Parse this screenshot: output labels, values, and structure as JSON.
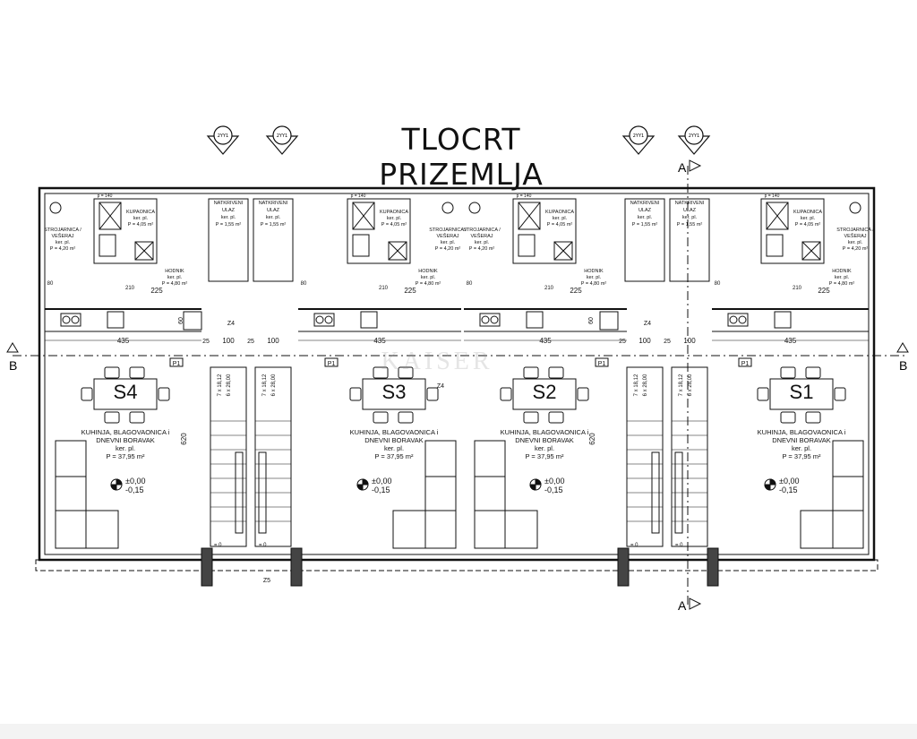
{
  "title": "TLOCRT PRIZEMLJA",
  "section_markers": {
    "a_top": "A",
    "a_bottom": "A",
    "b_left": "B",
    "b_right": "B"
  },
  "elevation_tags": [
    "2YY1",
    "2YY1",
    "2YY1",
    "2YY1"
  ],
  "watermark": "KAISER",
  "units": [
    {
      "id": "S4",
      "mirror": false,
      "living": [
        "KUHINJA, BLAGOVAONICA i",
        "DNEVNI BORAVAK",
        "ker. pl.",
        "P = 37,95 m²"
      ],
      "level": [
        "±0,00",
        "-0,15"
      ],
      "tag": "P1",
      "bath": [
        "KUPAONICA",
        "ker. pl.",
        "P = 4,05 m²"
      ],
      "laundry": [
        "STROJARNICA /",
        "VEŠERAJ",
        "ker. pl.",
        "P = 4,20 m²"
      ],
      "hall": [
        "HODNIK",
        "ker. pl.",
        "P = 4,80 m²"
      ],
      "entry": [
        "NATKRIVENI",
        "ULAZ",
        "ker. pl.",
        "P = 1,55 m²"
      ]
    },
    {
      "id": "S3",
      "mirror": true,
      "living": [
        "KUHINJA, BLAGOVAONICA i",
        "DNEVNI BORAVAK",
        "ker. pl.",
        "P = 37,95 m²"
      ],
      "level": [
        "±0,00",
        "-0,15"
      ],
      "tag": "P1",
      "bath": [
        "KUPAONICA",
        "ker. pl.",
        "P = 4,05 m²"
      ],
      "laundry": [
        "STROJARNICA /",
        "VEŠERAJ",
        "ker. pl.",
        "P = 4,20 m²"
      ],
      "hall": [
        "HODNIK",
        "ker. pl.",
        "P = 4,80 m²"
      ],
      "entry": [
        "NATKRIVENI",
        "ULAZ",
        "ker. pl.",
        "P = 1,55 m²"
      ]
    },
    {
      "id": "S2",
      "mirror": false,
      "living": [
        "KUHINJA, BLAGOVAONICA i",
        "DNEVNI BORAVAK",
        "ker. pl.",
        "P = 37,95 m²"
      ],
      "level": [
        "±0,00",
        "-0,15"
      ],
      "tag": "P1",
      "bath": [
        "KUPAONICA",
        "ker. pl.",
        "P = 4,05 m²"
      ],
      "laundry": [
        "STROJARNICA /",
        "VEŠERAJ",
        "ker. pl.",
        "P = 4,20 m²"
      ],
      "hall": [
        "HODNIK",
        "ker. pl.",
        "P = 4,80 m²"
      ],
      "entry": [
        "NATKRIVENI",
        "ULAZ",
        "ker. pl.",
        "P = 1,55 m²"
      ]
    },
    {
      "id": "S1",
      "mirror": true,
      "living": [
        "KUHINJA, BLAGOVAONICA i",
        "DNEVNI BORAVAK",
        "ker. pl.",
        "P = 37,95 m²"
      ],
      "level": [
        "±0,00",
        "-0,15"
      ],
      "tag": "P1",
      "bath": [
        "KUPAONICA",
        "ker. pl.",
        "P = 4,05 m²"
      ],
      "laundry": [
        "STROJARNICA /",
        "VEŠERAJ",
        "ker. pl.",
        "P = 4,20 m²"
      ],
      "hall": [
        "HODNIK",
        "ker. pl.",
        "P = 4,80 m²"
      ],
      "entry": [
        "NATKRIVENI",
        "ULAZ",
        "ker. pl.",
        "P = 1,55 m²"
      ]
    }
  ],
  "dimensions": {
    "width_435": "435",
    "width_225": "225",
    "width_100": "100",
    "width_25": "25",
    "depth_620": "620",
    "depth_60": "60",
    "depth_80": "80",
    "door_210": "210",
    "door_140": "p = 140",
    "stair_step": "7 x 18,12",
    "stair_tread": "6 x 28,00",
    "zero": "= 0",
    "z4": "Z4",
    "z5": "Z5"
  }
}
